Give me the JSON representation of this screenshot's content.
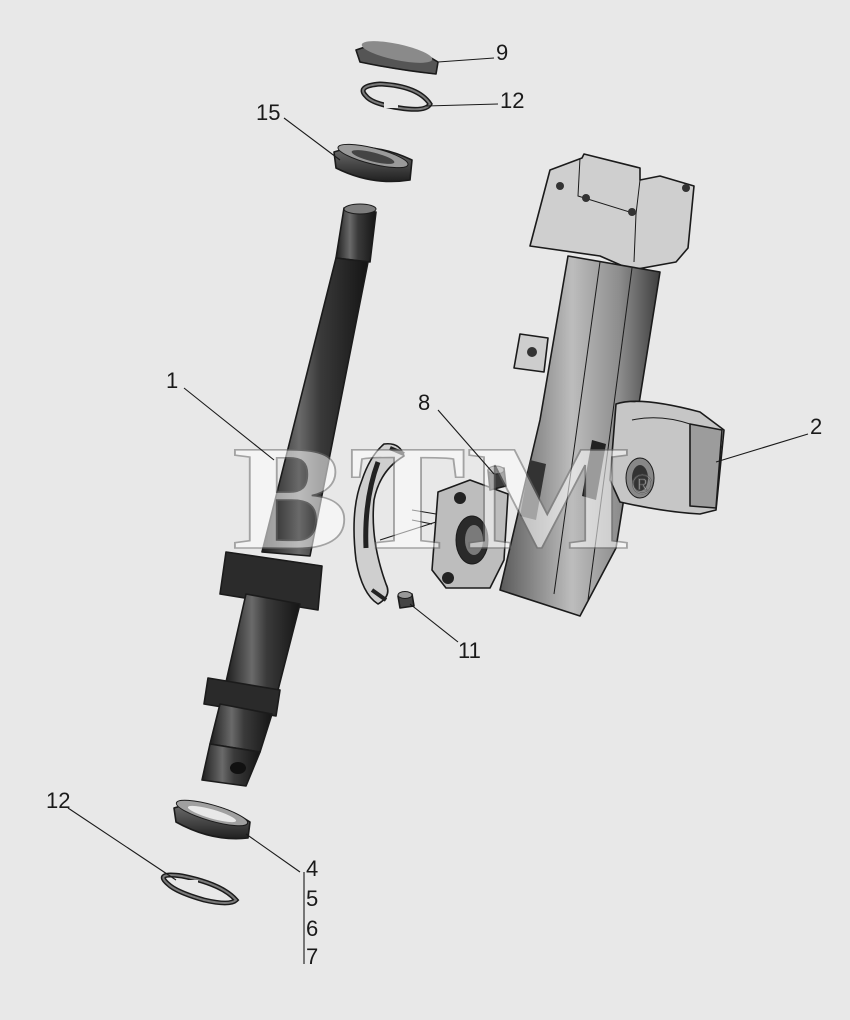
{
  "watermark": {
    "text": "BTM",
    "registered": "®"
  },
  "callouts": {
    "c9": "9",
    "c12_top": "12",
    "c15": "15",
    "c1": "1",
    "c8": "8",
    "c2": "2",
    "c11": "11",
    "c12_bottom": "12",
    "c4": "4",
    "c5": "5",
    "c6": "6",
    "c7": "7"
  },
  "colors": {
    "background": "#e8e8e8",
    "part_dark": "#2d2d2d",
    "part_light": "#cfcfcf",
    "watermark": "#ffffff"
  }
}
